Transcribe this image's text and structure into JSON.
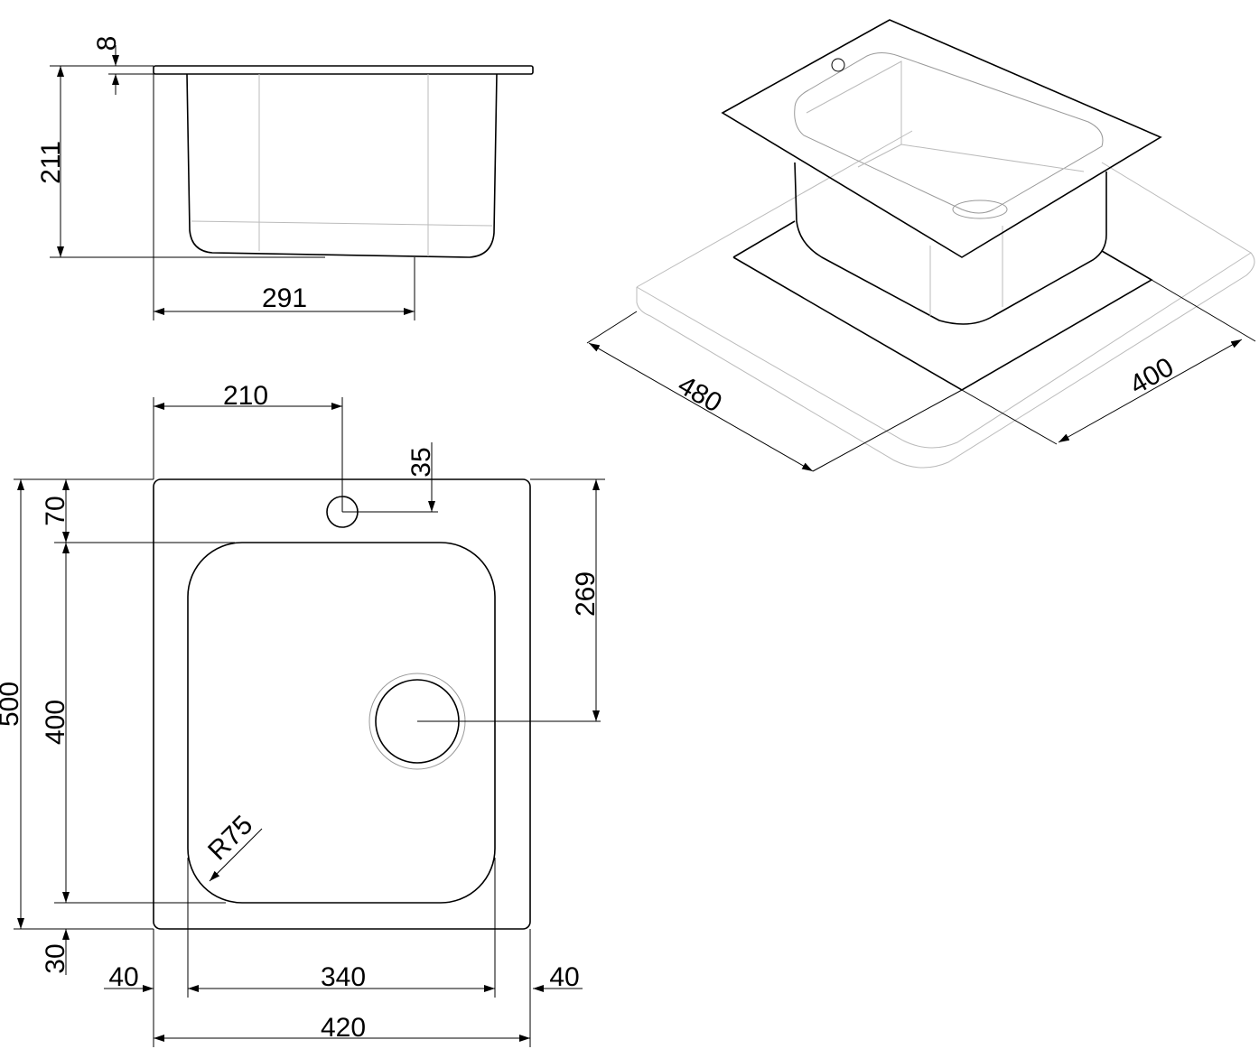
{
  "side_view": {
    "height": "211",
    "rim": "8",
    "depth_width": "291"
  },
  "plan_view": {
    "tap_offset_x": "210",
    "tap_offset_y": "35",
    "top_margin": "70",
    "bowl_length": "400",
    "overall_length": "500",
    "bottom_margin": "30",
    "drain_offset": "269",
    "left_margin": "40",
    "bowl_width": "340",
    "right_margin": "40",
    "overall_width": "420",
    "corner_radius": "R75"
  },
  "iso_view": {
    "cutout_length": "480",
    "cutout_width": "400"
  }
}
